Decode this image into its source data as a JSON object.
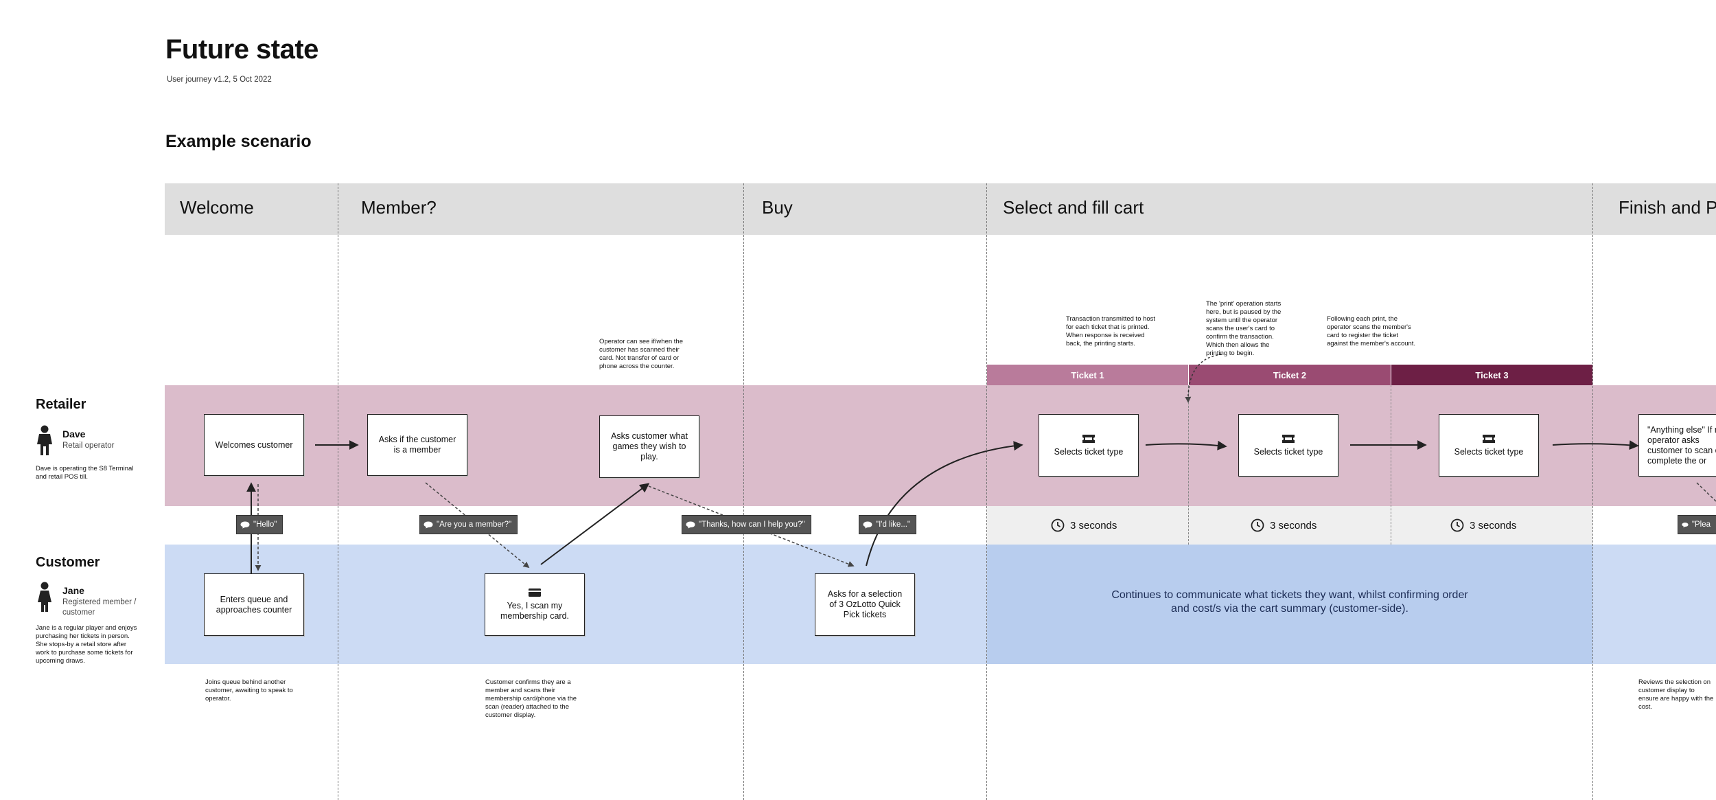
{
  "header": {
    "title": "Future state",
    "subtitle": "User journey v1.2, 5 Oct 2022",
    "scenario": "Example scenario"
  },
  "stages": [
    "Welcome",
    "Member?",
    "Buy",
    "Select and fill cart",
    "Finish and P"
  ],
  "actors": {
    "retailer": {
      "title": "Retailer",
      "name": "Dave",
      "role": "Retail operator",
      "description": "Dave is operating the S8 Terminal and retail POS till."
    },
    "customer": {
      "title": "Customer",
      "name": "Jane",
      "role": "Registered member / customer",
      "description": "Jane is a regular player and enjoys purchasing her tickets in person. She stops-by a retail store after work to purchase some tickets for upcoming draws."
    }
  },
  "tickets": [
    "Ticket 1",
    "Ticket 2",
    "Ticket 3"
  ],
  "retailer_steps": {
    "welcome": "Welcomes customer",
    "ask_member": "Asks if the customer is a member",
    "ask_games": "Asks customer what games they wish to play.",
    "select1": "Selects ticket type",
    "select2": "Selects ticket type",
    "select3": "Selects ticket type",
    "finish": "\"Anything else\" If n operator asks customer to scan c to complete the or"
  },
  "customer_steps": {
    "enter": "Enters queue and approaches counter",
    "scan": "Yes, I scan my membership card.",
    "ask_selection": "Asks for a selection of 3 OzLotto Quick Pick tickets"
  },
  "speech": {
    "hello": "\"Hello\"",
    "member": "\"Are you a member?\"",
    "help": "\"Thanks, how can I help you?\"",
    "like": "\"I'd like...\"",
    "please": "\"Plea"
  },
  "durations": [
    "3 seconds",
    "3 seconds",
    "3 seconds"
  ],
  "cart_summary": "Continues to communicate what tickets they want, whilst confirming order and cost/s via the cart summary (customer-side).",
  "notes": {
    "operator_scan": "Operator can see if/when the customer has scanned their card. Not transfer of card or phone across the counter.",
    "transaction": "Transaction transmitted to host for each ticket that is printed. When response is received back, the printing starts.",
    "print_paused": "The 'print' operation starts here, but is paused by the system until the operator scans the user's card to confirm the transaction. Which then allows the printing to begin.",
    "following_print": "Following each print, the operator scans the member's card to register the ticket against the member's account.",
    "joins_queue": "Joins queue behind another customer, awaiting to speak to operator.",
    "confirms_member": "Customer confirms they are a member and scans their membership card/phone via the scan (reader) attached to the customer display.",
    "reviews": "Reviews the selection on customer display to ensure are happy with the cost."
  },
  "colors": {
    "stage_band": "#dedede",
    "retailer_lane": "#dbbccb",
    "customer_lane": "#ccdbf4",
    "cart_band": "#b8cdee",
    "ticket1": "#b97b9b",
    "ticket2": "#9a4b72",
    "ticket3": "#6d1f45"
  },
  "icons": [
    "person-icon",
    "speech-bubble-icon",
    "ticket-icon",
    "card-icon",
    "clock-icon"
  ]
}
